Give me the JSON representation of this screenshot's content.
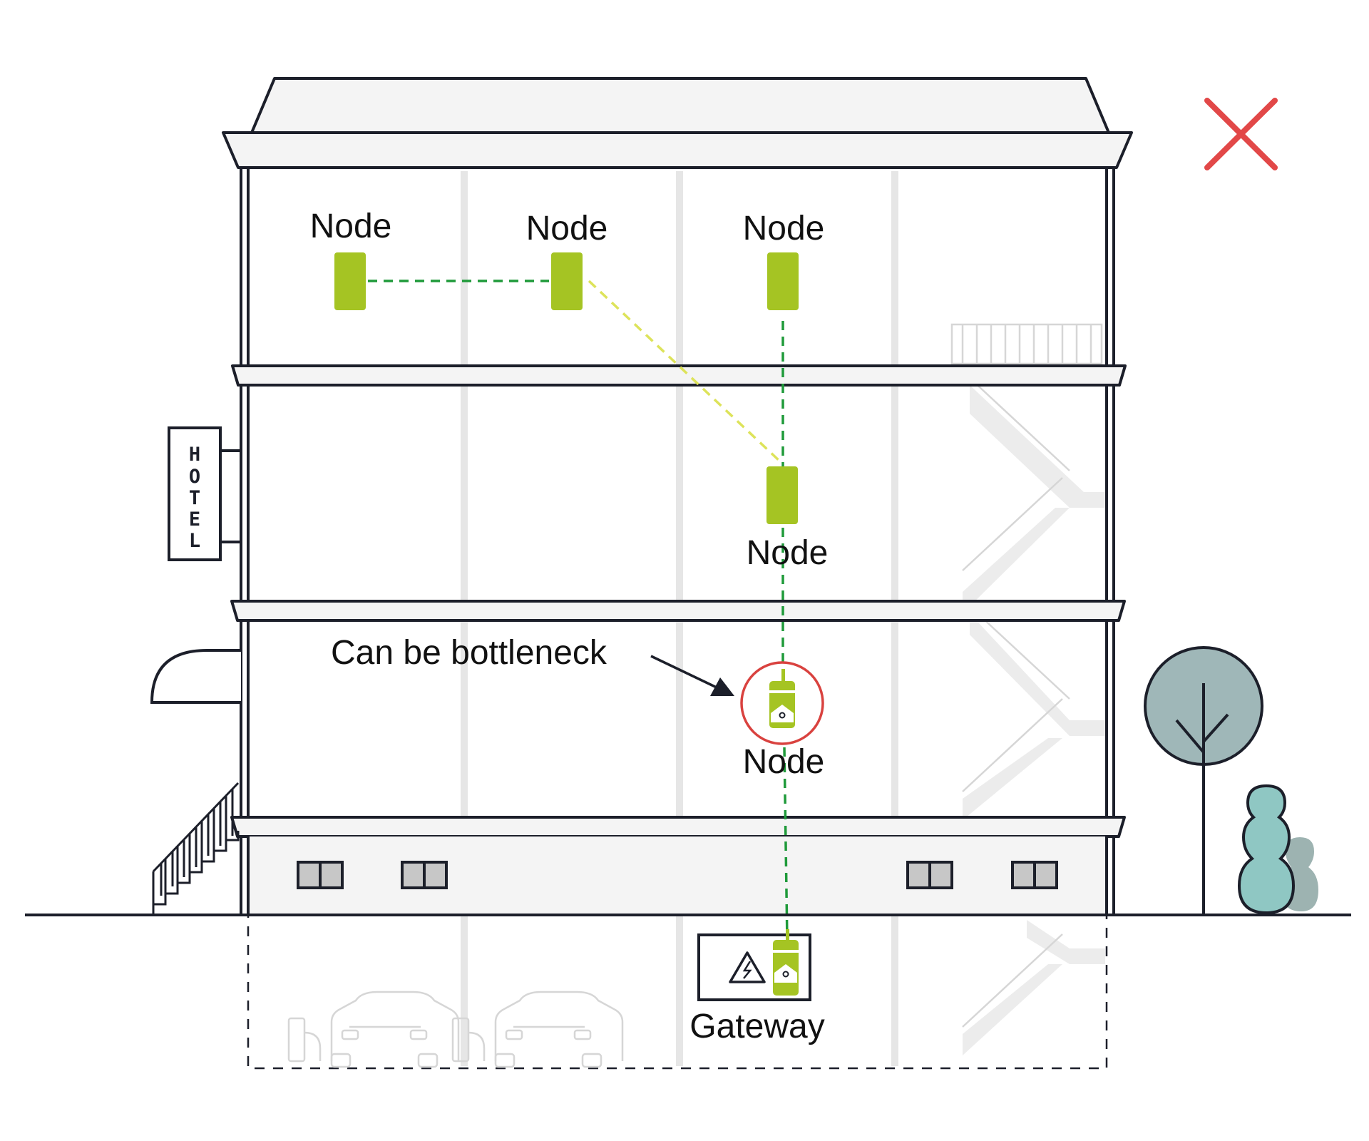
{
  "diagram": {
    "building_sign": [
      "H",
      "O",
      "T",
      "E",
      "L"
    ],
    "annotation": "Can be bottleneck",
    "nodes": [
      {
        "id": "n1",
        "label": "Node",
        "kind": "node"
      },
      {
        "id": "n2",
        "label": "Node",
        "kind": "node"
      },
      {
        "id": "n3",
        "label": "Node",
        "kind": "node"
      },
      {
        "id": "n4",
        "label": "Node",
        "kind": "node"
      },
      {
        "id": "n5",
        "label": "Node",
        "kind": "node",
        "highlighted": true
      },
      {
        "id": "gw",
        "label": "Gateway",
        "kind": "gateway"
      }
    ],
    "links": [
      {
        "from": "n1",
        "to": "n2",
        "quality": "good",
        "color": "#1f9a3a"
      },
      {
        "from": "n2",
        "to": "n4",
        "quality": "weak",
        "color": "#dde35a"
      },
      {
        "from": "n3",
        "to": "n4",
        "quality": "good",
        "color": "#1f9a3a"
      },
      {
        "from": "n4",
        "to": "n5",
        "quality": "good",
        "color": "#1f9a3a"
      },
      {
        "from": "n5",
        "to": "gw",
        "quality": "good",
        "color": "#1f9a3a"
      }
    ],
    "verdict_icon": "red-x-icon",
    "colors": {
      "device_green": "#a5c423",
      "link_good": "#1f9a3a",
      "link_weak": "#dde35a",
      "bottleneck_ring": "#d9423f",
      "verdict_x": "#e24848",
      "outline": "#1c1f2a",
      "tree": "#9fb7b8",
      "bush_front": "#8fc7c3",
      "bush_back": "#9db3b1"
    }
  }
}
